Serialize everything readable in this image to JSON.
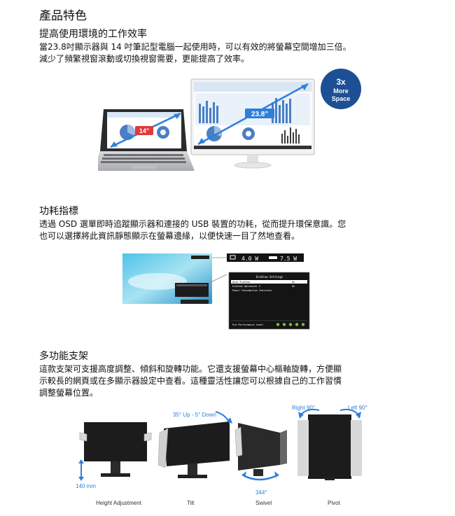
{
  "page_title": "產品特色",
  "sec1": {
    "title": "提高使用環境的工作效率",
    "line1": "當23.8吋顯示器與 14 吋筆記型電腦一起使用時，可以有效的將螢幕空間增加三倍。",
    "line2": "減少了頻繁視窗滾動或切換視窗需要，更能提高了效率。",
    "laptop_size": "14\"",
    "monitor_size": "23.8\"",
    "badge_big": "3x",
    "badge_l1": "More",
    "badge_l2": "Space"
  },
  "sec2": {
    "title": "功耗指標",
    "line1": "透過 OSD 選單即時追蹤顯示器和連接的 USB 裝置的功耗，從而提升環保意識。您",
    "line2": "也可以選擇將此資訊靜態顯示在螢幕邊緣，以便快速一目了然地查看。",
    "power_monitor": "4.0 W",
    "power_usb": "7.5 W",
    "menu_title": "EcoView Settings",
    "menu_rows": [
      {
        "label": "Auto EcoView",
        "value": "On"
      },
      {
        "label": "EcoView Optimizer 2",
        "value": "On"
      },
      {
        "label": "Power Consumption Indicator",
        "value": ""
      }
    ],
    "eco_level_label": "Eco Performance Level"
  },
  "sec3": {
    "title": "多功能支架",
    "line1": "這款支架可支援高度調整、傾斜和旋轉功能。它還支援螢幕中心樞軸旋轉，方便顯",
    "line2": "示較長的網頁或在多顯示器設定中查看。這種靈活性讓您可以根據自己的工作習慣",
    "line3": "調整螢幕位置。",
    "tilt_range": "35° Up - 5° Down",
    "height_range": "140 mm",
    "swivel_range": "344°",
    "pivot_right": "Right 90°",
    "pivot_left": "Left 90°",
    "captions": [
      "Height Adjustment",
      "Tilt",
      "Swivel",
      "Pivot"
    ]
  },
  "colors": {
    "accent_blue": "#2f7fd8",
    "badge_blue": "#1d4f95",
    "red": "#e03a3a"
  }
}
